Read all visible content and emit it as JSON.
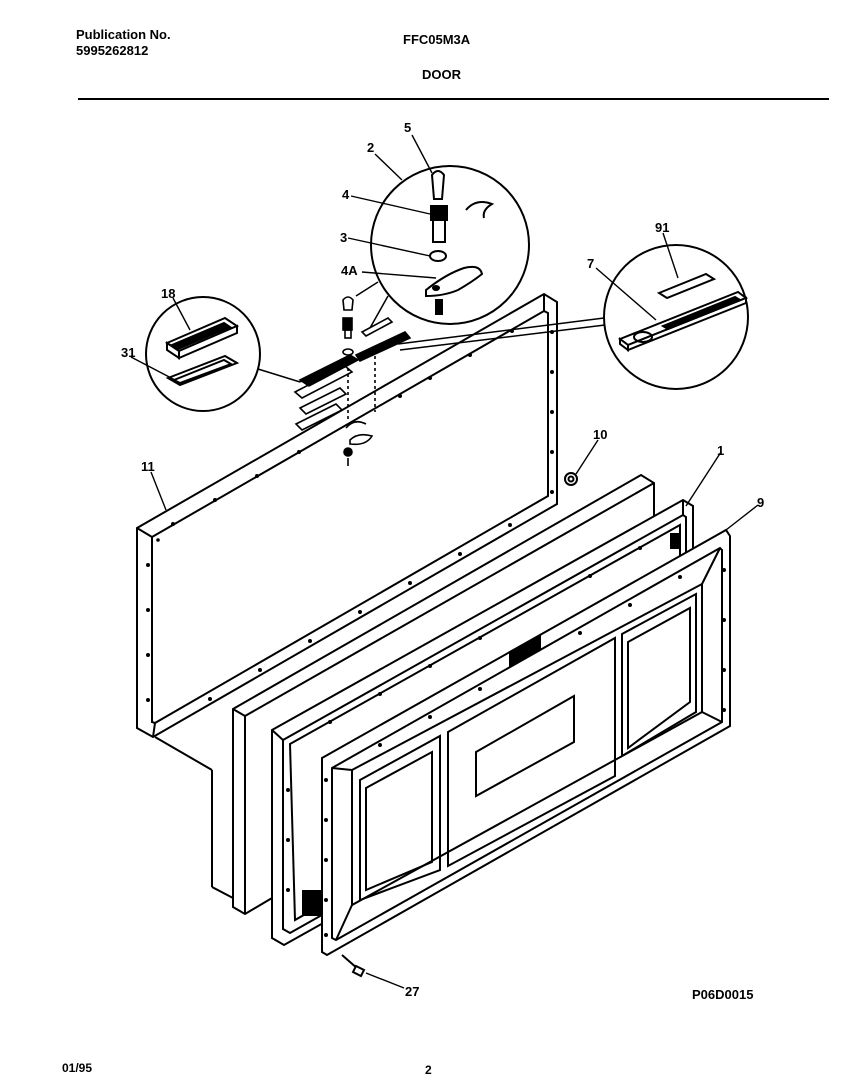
{
  "header": {
    "publication_label": "Publication No.",
    "publication_number": "5995262812",
    "model": "FFC05M3A",
    "section": "DOOR"
  },
  "callouts": {
    "c5": "5",
    "c2": "2",
    "c4": "4",
    "c3": "3",
    "c4A": "4A",
    "c18": "18",
    "c31": "31",
    "c91": "91",
    "c7": "7",
    "c10": "10",
    "c1": "1",
    "c9": "9",
    "c11": "11",
    "c27": "27"
  },
  "footer": {
    "drawing_id": "P06D0015",
    "date": "01/95",
    "page": "2"
  }
}
